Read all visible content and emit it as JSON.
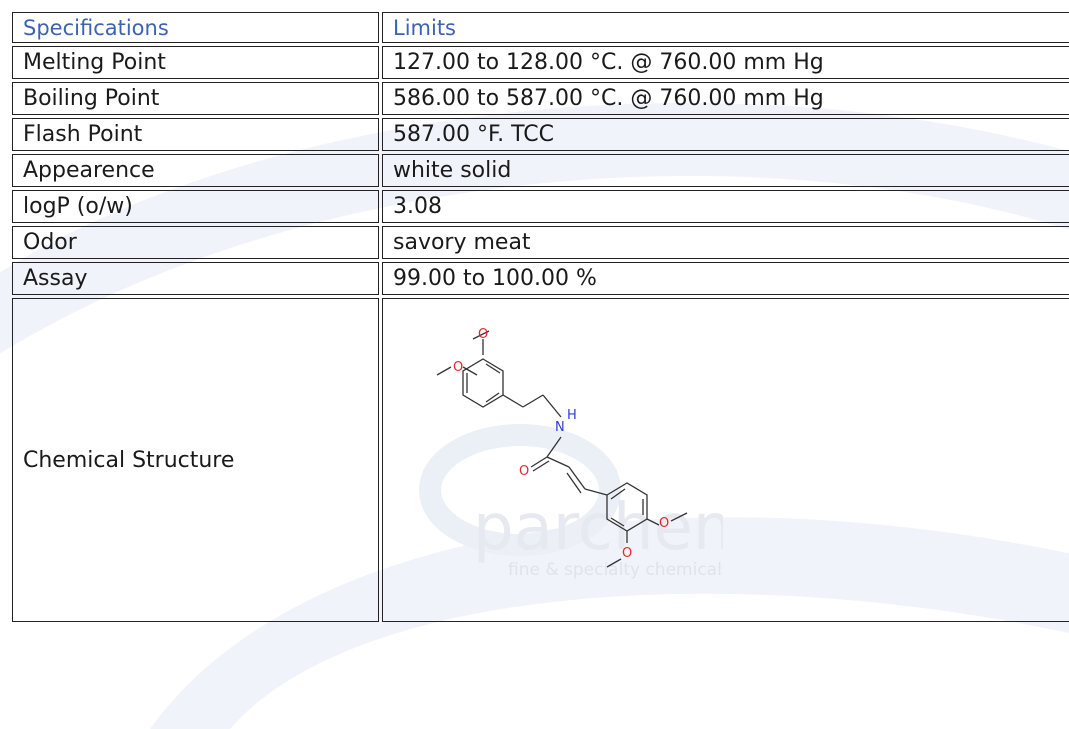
{
  "header": {
    "col1": "Specifications",
    "col2": "Limits"
  },
  "rows": [
    {
      "spec": "Melting Point",
      "limit": "127.00 to 128.00 °C. @ 760.00 mm Hg"
    },
    {
      "spec": "Boiling Point",
      "limit": "586.00 to 587.00 °C. @ 760.00 mm Hg"
    },
    {
      "spec": "Flash Point",
      "limit": "587.00 °F. TCC"
    },
    {
      "spec": "Appearence",
      "limit": "white solid"
    },
    {
      "spec": "logP (o/w)",
      "limit": "3.08"
    },
    {
      "spec": "Odor",
      "limit": "savory meat"
    },
    {
      "spec": "Assay",
      "limit": "99.00 to 100.00 %"
    }
  ],
  "structure": {
    "label": "Chemical Structure",
    "atom_O": "O",
    "atom_N": "N",
    "atom_H": "H",
    "watermark_brand": "parchem",
    "watermark_tagline": "fine & specialty chemicals"
  },
  "colors": {
    "header_text": "#3b63b0",
    "oxygen": "#e0282e",
    "nitrogen": "#2a3fd6",
    "watermark": "#eef1f7"
  }
}
